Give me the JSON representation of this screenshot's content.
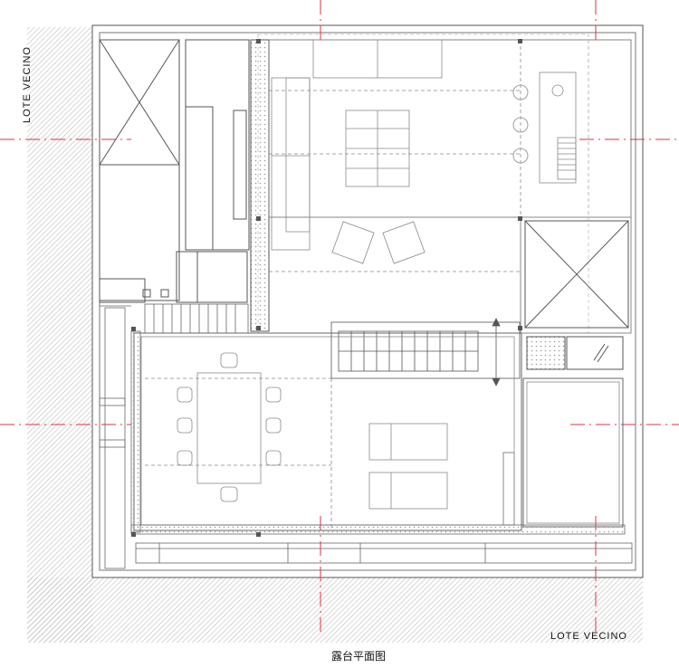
{
  "labels": {
    "neighbor_left": "LOTE VECINO",
    "neighbor_bottom": "LOTE VECINO",
    "plan_title": "露台平面图"
  },
  "colors": {
    "line": "#555555",
    "light_line": "#b5b5b5",
    "dashed_red": "#e0313d",
    "hatch": "#c8c8c8"
  }
}
